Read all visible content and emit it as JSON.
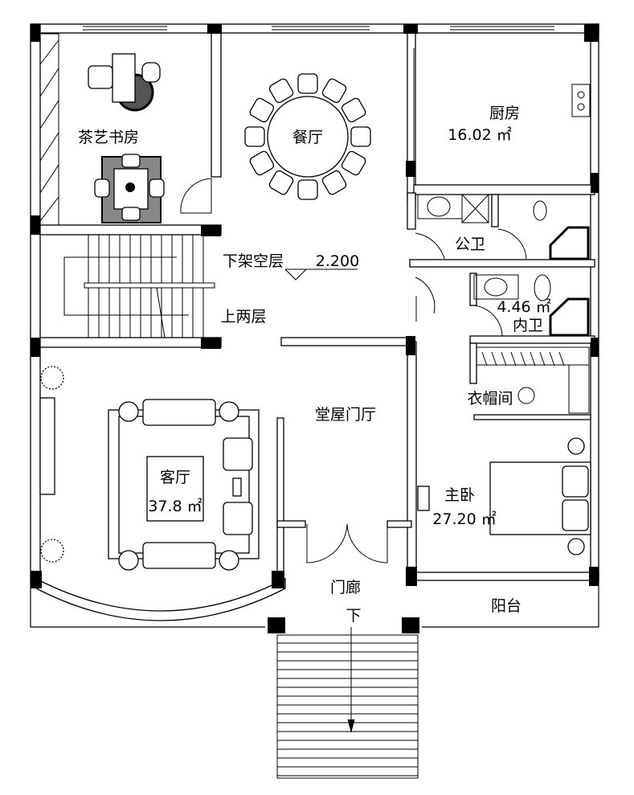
{
  "plan": {
    "rooms": {
      "study": "茶艺书房",
      "dining": "餐厅",
      "kitchen": "厨房",
      "kitchen_area": "16.02 ㎡",
      "public_bath": "公卫",
      "void_below": "下架空层",
      "elevation": "2.200",
      "stairs_up": "上两层",
      "ensuite_area": "4.46 ㎡",
      "ensuite": "内卫",
      "closet": "衣帽间",
      "hall": "堂屋门厅",
      "living": "客厅",
      "living_area": "37.8 ㎡",
      "master": "主卧",
      "master_area": "27.20 ㎡",
      "porch": "门廊",
      "down": "下",
      "balcony": "阳台"
    }
  }
}
